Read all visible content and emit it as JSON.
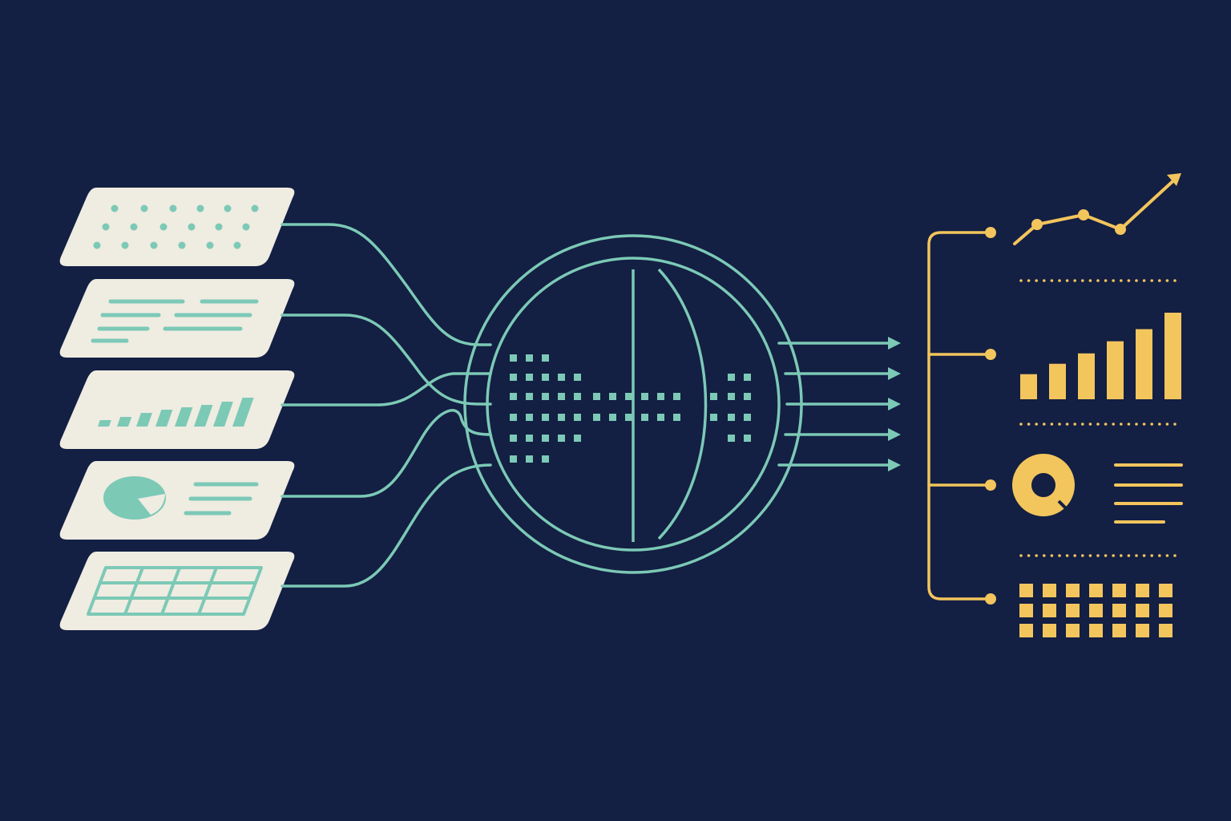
{
  "colors": {
    "background": "#131f43",
    "card": "#efece1",
    "teal": "#7cc9b6",
    "gold": "#f2c55d"
  },
  "inputs": [
    {
      "kind": "dots-card"
    },
    {
      "kind": "text-lines-card"
    },
    {
      "kind": "bar-chart-card"
    },
    {
      "kind": "pie-and-text-card"
    },
    {
      "kind": "table-grid-card"
    }
  ],
  "processor": {
    "kind": "lens-sphere"
  },
  "outputs": [
    {
      "kind": "trend-line-up",
      "values": [
        0.2,
        0.4,
        0.5,
        0.35,
        0.9
      ]
    },
    {
      "kind": "bar-chart",
      "values": [
        0.29,
        0.41,
        0.53,
        0.67,
        0.81,
        1.0
      ]
    },
    {
      "kind": "donut-and-lines"
    },
    {
      "kind": "grid-squares"
    }
  ]
}
